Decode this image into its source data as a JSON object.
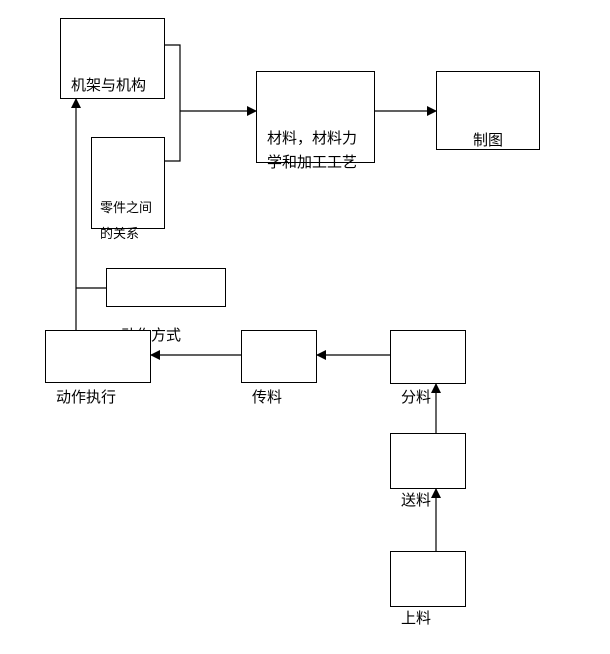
{
  "nodes": {
    "frame_mechanism": "机架与机构",
    "parts_relation": "零件之间的关系",
    "material": "材料，材料力学和加工工艺",
    "drawing": "制图",
    "action_mode": "动作方式",
    "action_exec": "动作执行",
    "transfer": "传料",
    "split": "分料",
    "feed": "送料",
    "load": "上料"
  },
  "colors": {
    "line": "#000000",
    "box_border": "#000000"
  }
}
